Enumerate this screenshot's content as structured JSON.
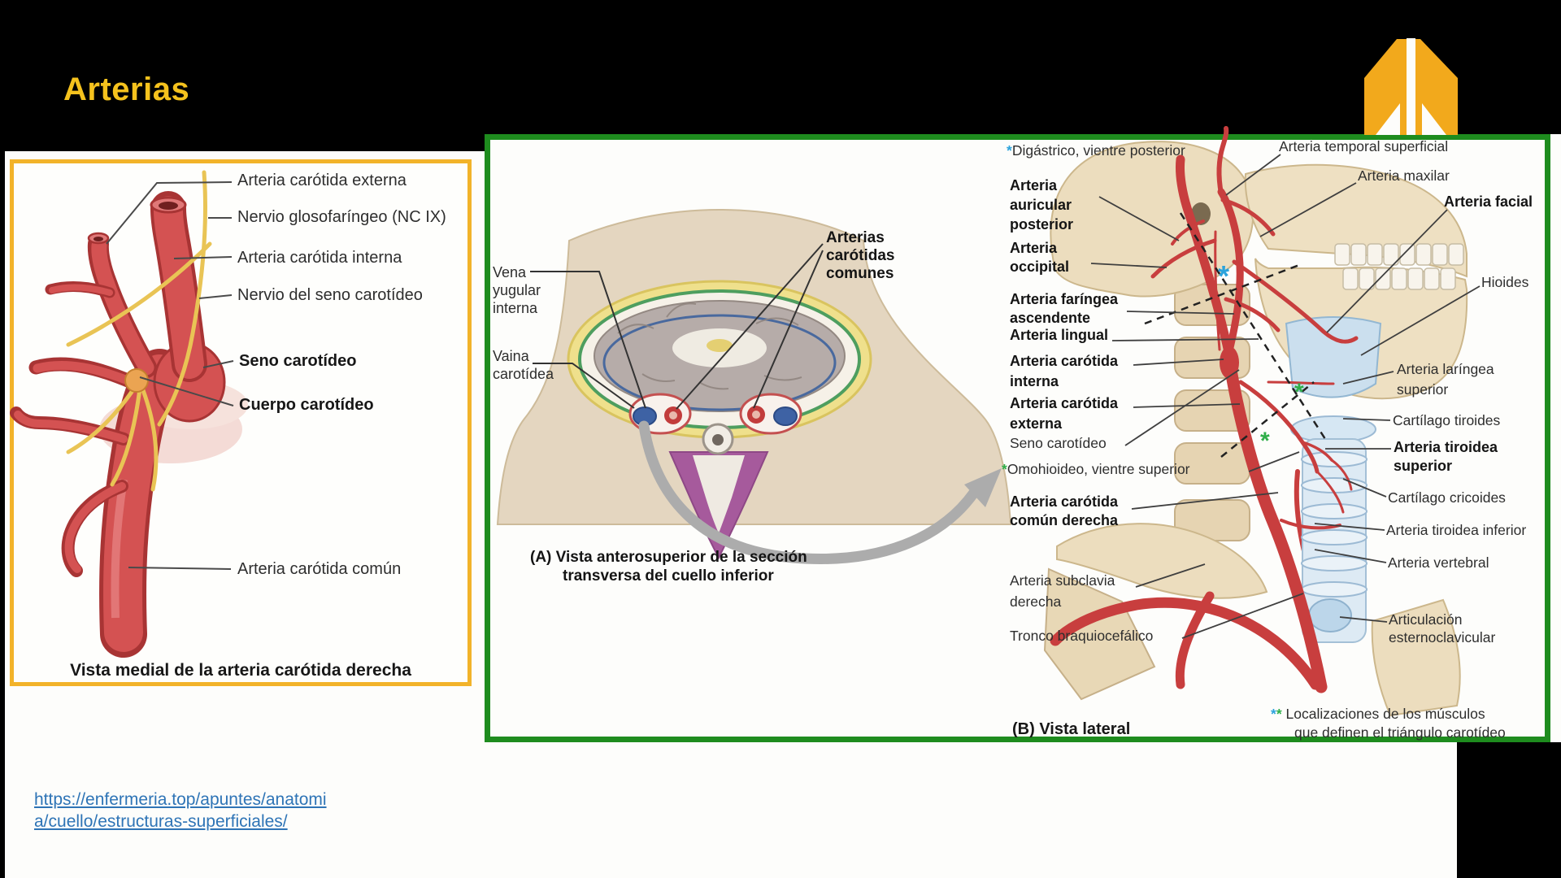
{
  "slide": {
    "title": "Arterias",
    "logo_icon": "double-up-arrow-logo",
    "source_link": "https://enfermeria.top/apuntes/anatomi\na/cuello/estructuras-superficiales/"
  },
  "colors": {
    "accent_gold": "#F5C21D",
    "logo_gold": "#F2A91C",
    "yellow_border": "#F2B32A",
    "green_border": "#1E8C1E",
    "link_blue": "#2E74B6",
    "asterisk_blue": "#2BA3DC",
    "asterisk_green": "#2FAE49"
  },
  "figure_medial": {
    "caption": "Vista medial de la arteria carótida derecha",
    "labels": {
      "externa": "Arteria carótida externa",
      "glosofaringeo": "Nervio glosofaríngeo (NC IX)",
      "interna": "Arteria carótida interna",
      "nervio_seno": "Nervio del seno carotídeo",
      "seno": "Seno carotídeo",
      "cuerpo": "Cuerpo carotídeo",
      "comun": "Arteria carótida común"
    }
  },
  "figure_a": {
    "caption_line1": "(A) Vista anterosuperior de la sección",
    "caption_line2": "transversa del cuello inferior",
    "labels": {
      "vena_yugular": "Vena\nyugular\ninterna",
      "vaina": "Vaina\ncarotídea",
      "comunes": "Arterias\ncarótidas\ncomunes"
    }
  },
  "figure_b": {
    "caption": "(B) Vista lateral",
    "mark": "*",
    "left_labels": {
      "digastrico": "Digástrico, vientre posterior",
      "auricular": "Arteria\nauricular\nposterior",
      "occipital": "Arteria\noccipital",
      "faringea": "Arteria faríngea\nascendente",
      "lingual": "Arteria lingual",
      "carotida_interna": "Arteria carótida\ninterna",
      "carotida_externa": "Arteria carótida\nexterna",
      "seno": "Seno carotídeo",
      "omohioideo": "Omohioideo, vientre superior",
      "carotida_comun": "Arteria carótida\ncomún derecha",
      "subclavia": "Arteria subclavia\nderecha",
      "tronco": "Tronco braquiocefálico"
    },
    "right_labels": {
      "temporal": "Arteria temporal superficial",
      "maxilar": "Arteria maxilar",
      "facial": "Arteria facial",
      "hioides": "Hioides",
      "laringea": "Arteria laríngea\nsuperior",
      "tiroides": "Cartílago tiroides",
      "tiroidea_superior": "Arteria tiroidea\nsuperior",
      "cricoides": "Cartílago cricoides",
      "tiroidea_inferior": "Arteria tiroidea inferior",
      "vertebral": "Arteria vertebral",
      "articulacion": "Articulación\nesternoclavicular"
    },
    "footnote_line1": "Localizaciones de los músculos",
    "footnote_line2": "que definen el triángulo carotídeo"
  }
}
